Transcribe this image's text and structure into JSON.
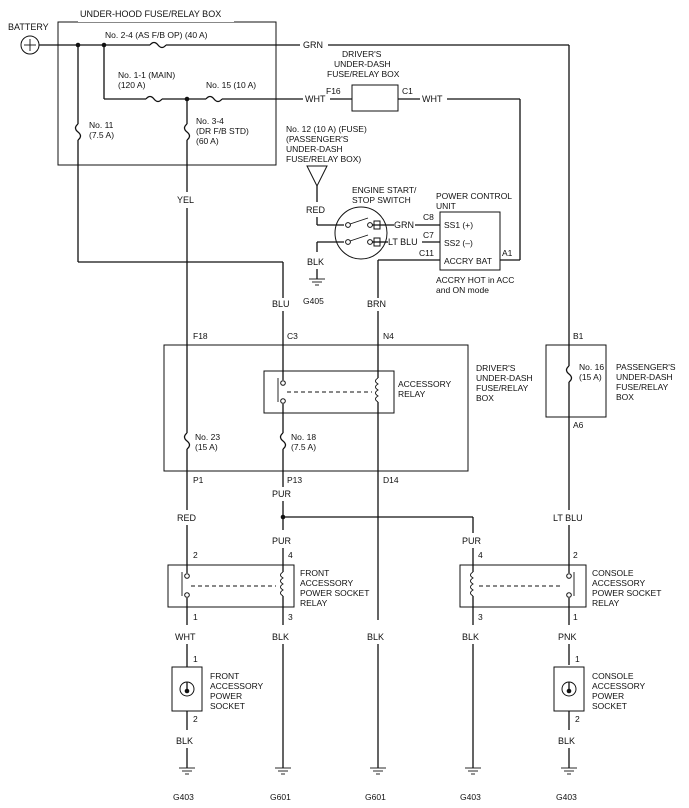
{
  "battery": {
    "label": "BATTERY",
    "symbol": "+"
  },
  "underhood_box": {
    "title": "UNDER-HOOD FUSE/RELAY BOX",
    "fuse_2_4": "No. 2-4 (AS F/B OP) (40 A)",
    "fuse_1_1_a": "No. 1-1 (MAIN)",
    "fuse_1_1_b": "(120 A)",
    "fuse_15": "No. 15 (10 A)",
    "fuse_11_a": "No. 11",
    "fuse_11_b": "(7.5 A)",
    "fuse_3_4_a": "No. 3-4",
    "fuse_3_4_b": "(DR F/B STD)",
    "fuse_3_4_c": "(60 A)"
  },
  "wires": {
    "grn_top": "GRN",
    "wht_1": "WHT",
    "wht_2": "WHT",
    "yel": "YEL",
    "red_switch": "RED",
    "grn_switch": "GRN",
    "ltblu_switch": "LT BLU",
    "blk_switch": "BLK",
    "blu": "BLU",
    "brn": "BRN",
    "red_p1": "RED",
    "pur_p13": "PUR",
    "ltblu_a6": "LT BLU",
    "pur_front": "PUR",
    "pur_console": "PUR",
    "wht_front": "WHT",
    "blk_front_relay": "BLK",
    "blk_d14": "BLK",
    "blk_console_relay": "BLK",
    "pnk_console": "PNK",
    "blk_front_socket": "BLK",
    "blk_console_socket": "BLK"
  },
  "driver_box_top": {
    "title_1": "DRIVER'S",
    "title_2": "UNDER-DASH",
    "title_3": "FUSE/RELAY BOX",
    "pin_f16": "F16",
    "pin_c1": "C1"
  },
  "fuse_12": {
    "line_1": "No. 12 (10 A) (FUSE)",
    "line_2": "(PASSENGER'S",
    "line_3": "UNDER-DASH",
    "line_4": "FUSE/RELAY BOX)"
  },
  "switch": {
    "title_1": "ENGINE START/",
    "title_2": "STOP SWITCH",
    "ground": "G405"
  },
  "power_control": {
    "title_1": "POWER CONTROL",
    "title_2": "UNIT",
    "pin_c8": "C8",
    "pin_c7": "C7",
    "pin_c11": "C11",
    "pin_a1": "A1",
    "ss1": "SS1 (+)",
    "ss2": "SS2 (–)",
    "accry": "ACCRY",
    "bat": "BAT",
    "note_1": "ACCRY HOT in ACC",
    "note_2": "and ON mode"
  },
  "driver_box_main": {
    "pin_f18": "F18",
    "pin_c3": "C3",
    "pin_n4": "N4",
    "relay_1": "ACCESSORY",
    "relay_2": "RELAY",
    "title_1": "DRIVER'S",
    "title_2": "UNDER-DASH",
    "title_3": "FUSE/RELAY",
    "title_4": "BOX",
    "fuse_23_a": "No. 23",
    "fuse_23_b": "(15 A)",
    "fuse_18_a": "No. 18",
    "fuse_18_b": "(7.5 A)",
    "pin_p1": "P1",
    "pin_p13": "P13",
    "pin_d14": "D14"
  },
  "passenger_box": {
    "pin_b1": "B1",
    "pin_a6": "A6",
    "fuse_16_a": "No. 16",
    "fuse_16_b": "(15 A)",
    "title_1": "PASSENGER'S",
    "title_2": "UNDER-DASH",
    "title_3": "FUSE/RELAY",
    "title_4": "BOX"
  },
  "front_relay": {
    "pin_2": "2",
    "pin_4": "4",
    "pin_1": "1",
    "pin_3": "3",
    "label_1": "FRONT",
    "label_2": "ACCESSORY",
    "label_3": "POWER SOCKET",
    "label_4": "RELAY"
  },
  "console_relay": {
    "pin_4": "4",
    "pin_2": "2",
    "pin_3": "3",
    "pin_1": "1",
    "label_1": "CONSOLE",
    "label_2": "ACCESSORY",
    "label_3": "POWER SOCKET",
    "label_4": "RELAY"
  },
  "front_socket": {
    "pin_1": "1",
    "pin_2": "2",
    "label_1": "FRONT",
    "label_2": "ACCESSORY",
    "label_3": "POWER",
    "label_4": "SOCKET"
  },
  "console_socket": {
    "pin_1": "1",
    "pin_2": "2",
    "label_1": "CONSOLE",
    "label_2": "ACCESSORY",
    "label_3": "POWER",
    "label_4": "SOCKET"
  },
  "grounds": {
    "g1": "G403",
    "g2": "G601",
    "g3": "G601",
    "g4": "G403",
    "g5": "G403"
  }
}
